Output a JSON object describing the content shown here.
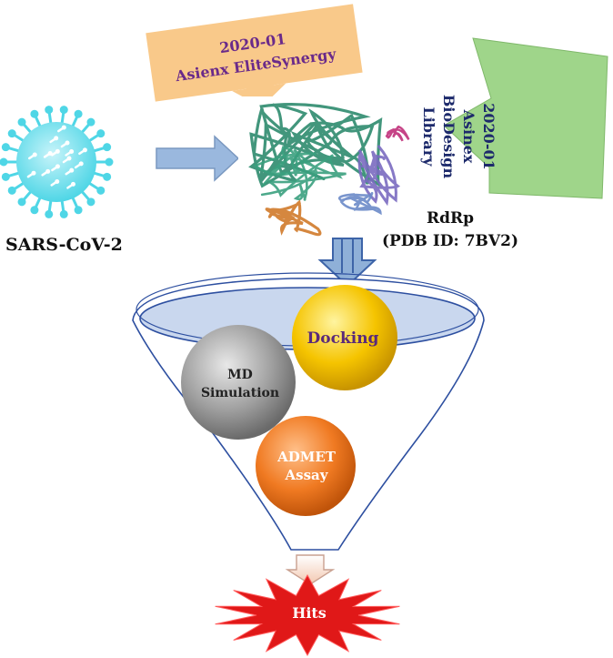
{
  "virus": {
    "label": "SARS-CoV-2"
  },
  "target": {
    "name": "RdRp",
    "pdb": "(PDB ID: 7BV2)"
  },
  "library_top": {
    "line1": "2020-01",
    "line2": "Asienx EliteSynergy"
  },
  "library_right": {
    "line1": "2020-01",
    "line2": "Asinex",
    "line3": "BioDesign",
    "line4": "Library"
  },
  "funnel_steps": {
    "docking": "Docking",
    "md_line1": "MD",
    "md_line2": "Simulation",
    "admet_line1": "ADMET",
    "admet_line2": "Assay"
  },
  "result": {
    "label": "Hits"
  },
  "colors": {
    "virus": "#4fd6e6",
    "arrow_blue": "#8fb0d8",
    "top_box": "#f9c98a",
    "right_box": "#9fd58a",
    "docking": "#f5c400",
    "md": "#9a9a9a",
    "admet": "#f07a22",
    "hits": "#e02020",
    "protein_green": "#2e8b6e",
    "protein_orange": "#d07a2a",
    "protein_purple": "#7a6ac0"
  }
}
